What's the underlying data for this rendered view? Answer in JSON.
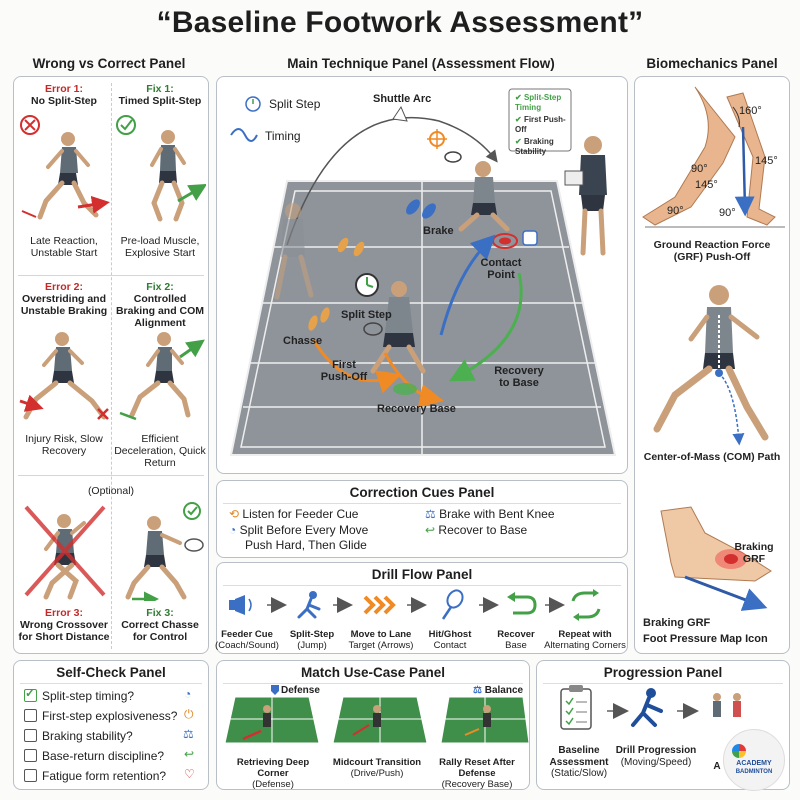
{
  "title": "“Baseline Footwork Assessment”",
  "panels": {
    "wrong_correct": {
      "title": "Wrong vs Correct Panel",
      "error1_tag": "Error 1:",
      "error1_name": "No Split-Step",
      "fix1_tag": "Fix 1:",
      "fix1_name": "Timed Split-Step",
      "error1_result": "Late Reaction, Unstable Start",
      "fix1_result": "Pre-load Muscle, Explosive Start",
      "error2_tag": "Error 2:",
      "error2_name": "Overstriding and Unstable Braking",
      "fix2_tag": "Fix 2:",
      "fix2_name": "Controlled Braking and COM Alignment",
      "error2_result": "Injury Risk, Slow Recovery",
      "fix2_result": "Efficient Deceleration, Quick Return",
      "optional": "(Optional)",
      "error3_tag": "Error 3:",
      "error3_name": "Wrong Crossover for Short Distance",
      "fix3_tag": "Fix 3:",
      "fix3_name": "Correct Chasse for Control"
    },
    "main": {
      "title": "Main Technique Panel (Assessment Flow)",
      "legend_split": "Split Step",
      "legend_timing": "Timing",
      "shuttle_arc": "Shuttle Arc",
      "checklist": [
        "Split-Step Timing",
        "First Push-Off",
        "Braking Stability"
      ],
      "brake": "Brake",
      "contact_point": "Contact Point",
      "split_step": "Split Step",
      "chasse": "Chasse",
      "first_pushoff": "First Push-Off",
      "recovery_base": "Recovery Base",
      "recovery_to_base": "Recovery to Base"
    },
    "biomech": {
      "title": "Biomechanics Panel",
      "angle_160": "160°",
      "angle_145a": "145°",
      "angle_90a": "90°",
      "angle_145b": "145°",
      "angle_90b": "90°",
      "angle_90c": "90°",
      "grf_label": "Ground Reaction Force (GRF) Push-Off",
      "com_label": "Center-of-Mass (COM) Path",
      "braking_grf_top": "Braking GRF",
      "braking_grf_bottom": "Braking GRF",
      "foot_map": "Foot Pressure Map Icon"
    },
    "cues": {
      "title": "Correction Cues Panel",
      "items": [
        "Listen for Feeder Cue",
        "Brake with Bent Knee",
        "Split Before Every Move",
        "Recover to Base",
        "Push Hard, Then Glide"
      ]
    },
    "drill": {
      "title": "Drill Flow Panel",
      "steps": [
        {
          "main": "Feeder Cue",
          "sub": "(Coach/Sound)"
        },
        {
          "main": "Split-Step",
          "sub": "(Jump)"
        },
        {
          "main": "Move to Lane",
          "sub": "Target (Arrows)"
        },
        {
          "main": "Hit/Ghost",
          "sub": "Contact"
        },
        {
          "main": "Recover",
          "sub": "Base"
        },
        {
          "main": "Repeat with",
          "sub": "Alternating Corners"
        }
      ]
    },
    "selfcheck": {
      "title": "Self-Check Panel",
      "items": [
        "Split-step timing?",
        "First-step explosiveness?",
        "Braking stability?",
        "Base-return discipline?",
        "Fatigue form retention?"
      ]
    },
    "match": {
      "title": "Match Use-Case Panel",
      "defense": "Defense",
      "balance": "Balance",
      "cases": [
        {
          "main": "Retrieving Deep Corner",
          "sub": "(Defense)"
        },
        {
          "main": "Midcourt Transition",
          "sub": "(Drive/Push)"
        },
        {
          "main": "Rally Reset After Defense",
          "sub": "(Recovery Base)"
        }
      ]
    },
    "progression": {
      "title": "Progression Panel",
      "stages": [
        {
          "main": "Baseline Assessment",
          "sub": "(Static/Slow)"
        },
        {
          "main": "Drill Progression",
          "sub": "(Moving/Speed)"
        },
        {
          "main": "A",
          "sub": ""
        }
      ],
      "logo_line1": "ACADEMY",
      "logo_line2": "BADMINTON"
    }
  }
}
